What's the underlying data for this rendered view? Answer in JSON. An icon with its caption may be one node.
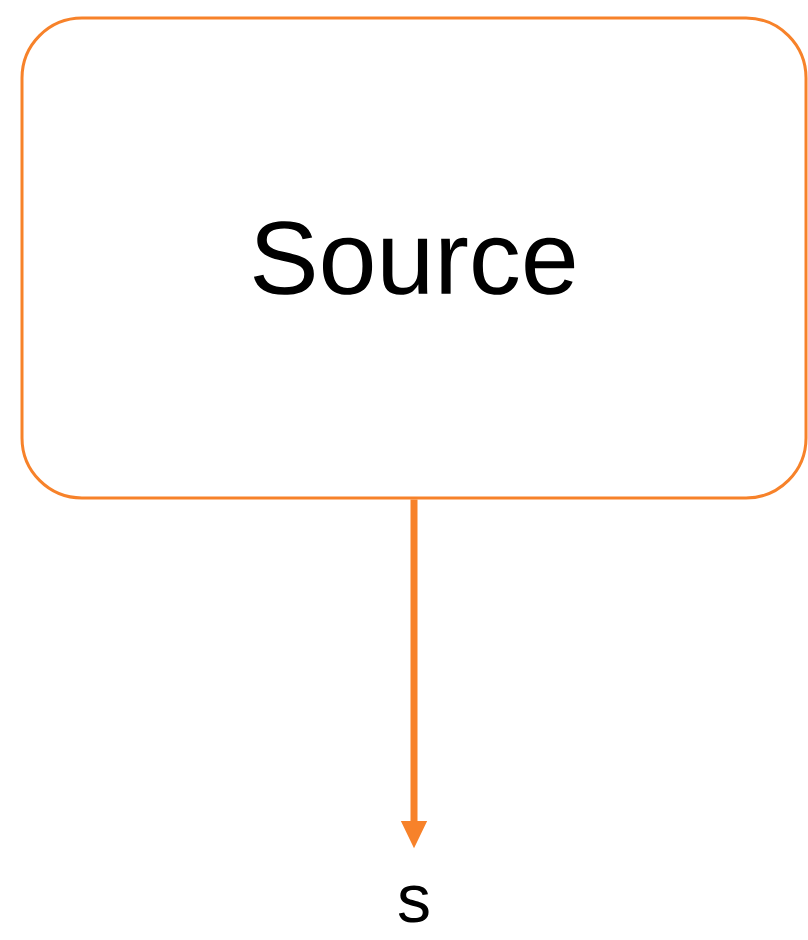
{
  "diagram": {
    "nodes": [
      {
        "text": [
          "Source"
        ]
      },
      {
        "text": [
          "s"
        ]
      }
    ],
    "edges": [
      {
        "from": 0,
        "to": 1,
        "arrow": "to"
      }
    ]
  }
}
